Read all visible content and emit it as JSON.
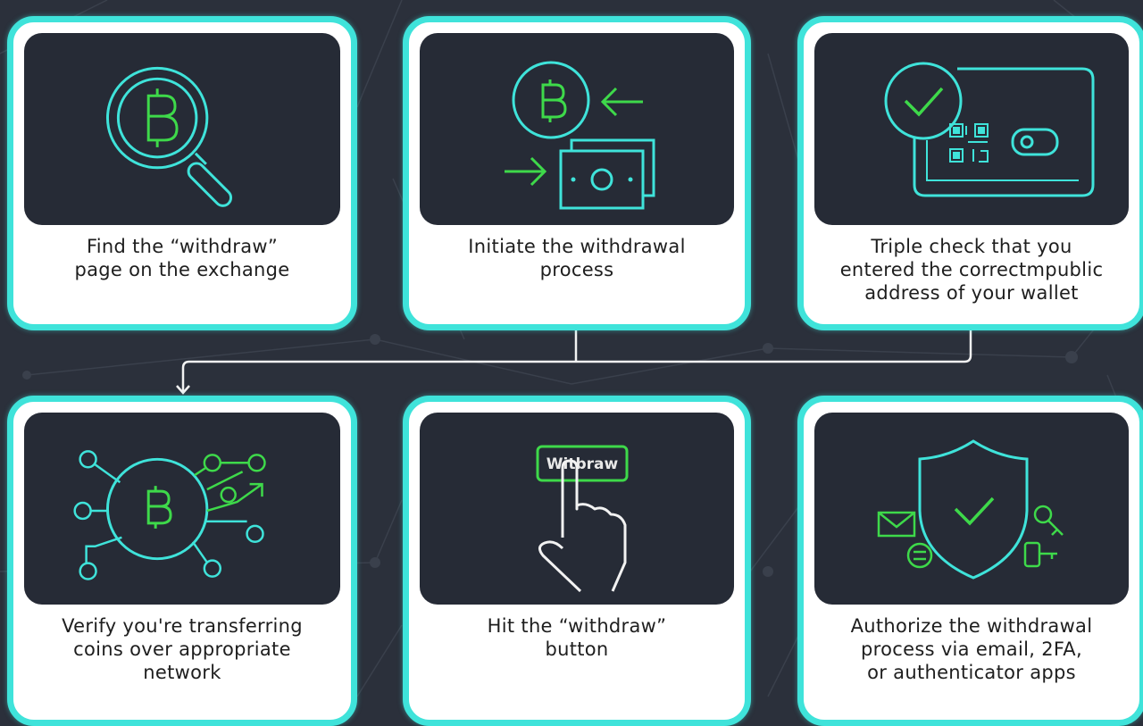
{
  "steps": [
    {
      "caption_lines": [
        "Find the “withdraw”",
        "page on the exchange"
      ],
      "icon": "bitcoin-magnifier-icon"
    },
    {
      "caption_lines": [
        "Initiate the withdrawal",
        "process"
      ],
      "icon": "bitcoin-transfer-icon"
    },
    {
      "caption_lines": [
        "Triple check that you",
        "entered the correctmpublic",
        "address of your wallet"
      ],
      "icon": "wallet-qr-check-icon"
    },
    {
      "caption_lines": [
        "Verify you're transferring",
        "coins over appropriate",
        "network"
      ],
      "icon": "bitcoin-network-icon"
    },
    {
      "caption_lines": [
        "Hit the “withdraw”",
        "button"
      ],
      "icon": "hand-press-button-icon",
      "button_label": "Witbraw"
    },
    {
      "caption_lines": [
        "Authorize the withdrawal",
        "process via email, 2FA,",
        "or authenticator apps"
      ],
      "icon": "shield-check-icon"
    }
  ],
  "colors": {
    "accent": "#3fe3da",
    "green": "#3ed94a",
    "panel": "#262b36",
    "background": "#2b303b"
  }
}
